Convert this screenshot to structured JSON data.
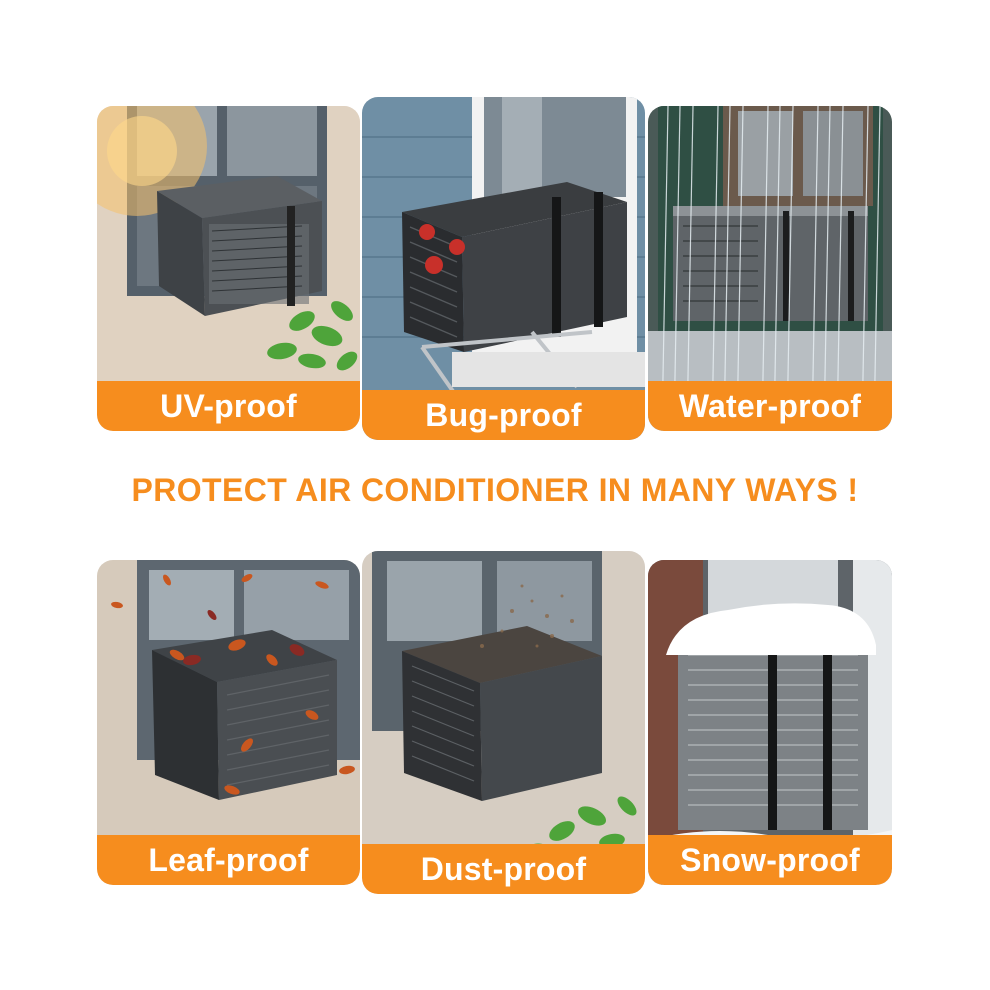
{
  "headline": "PROTECT AIR CONDITIONER IN MANY WAYS !",
  "colors": {
    "accent": "#f68d1e",
    "label_text": "#ffffff",
    "background": "#ffffff"
  },
  "panels": [
    {
      "label": "UV-proof",
      "icon": "sun-leaves-scene"
    },
    {
      "label": "Bug-proof",
      "icon": "bug-scene"
    },
    {
      "label": "Water-proof",
      "icon": "rain-scene"
    },
    {
      "label": "Leaf-proof",
      "icon": "falling-leaves-scene"
    },
    {
      "label": "Dust-proof",
      "icon": "dust-scene"
    },
    {
      "label": "Snow-proof",
      "icon": "snow-scene"
    }
  ]
}
